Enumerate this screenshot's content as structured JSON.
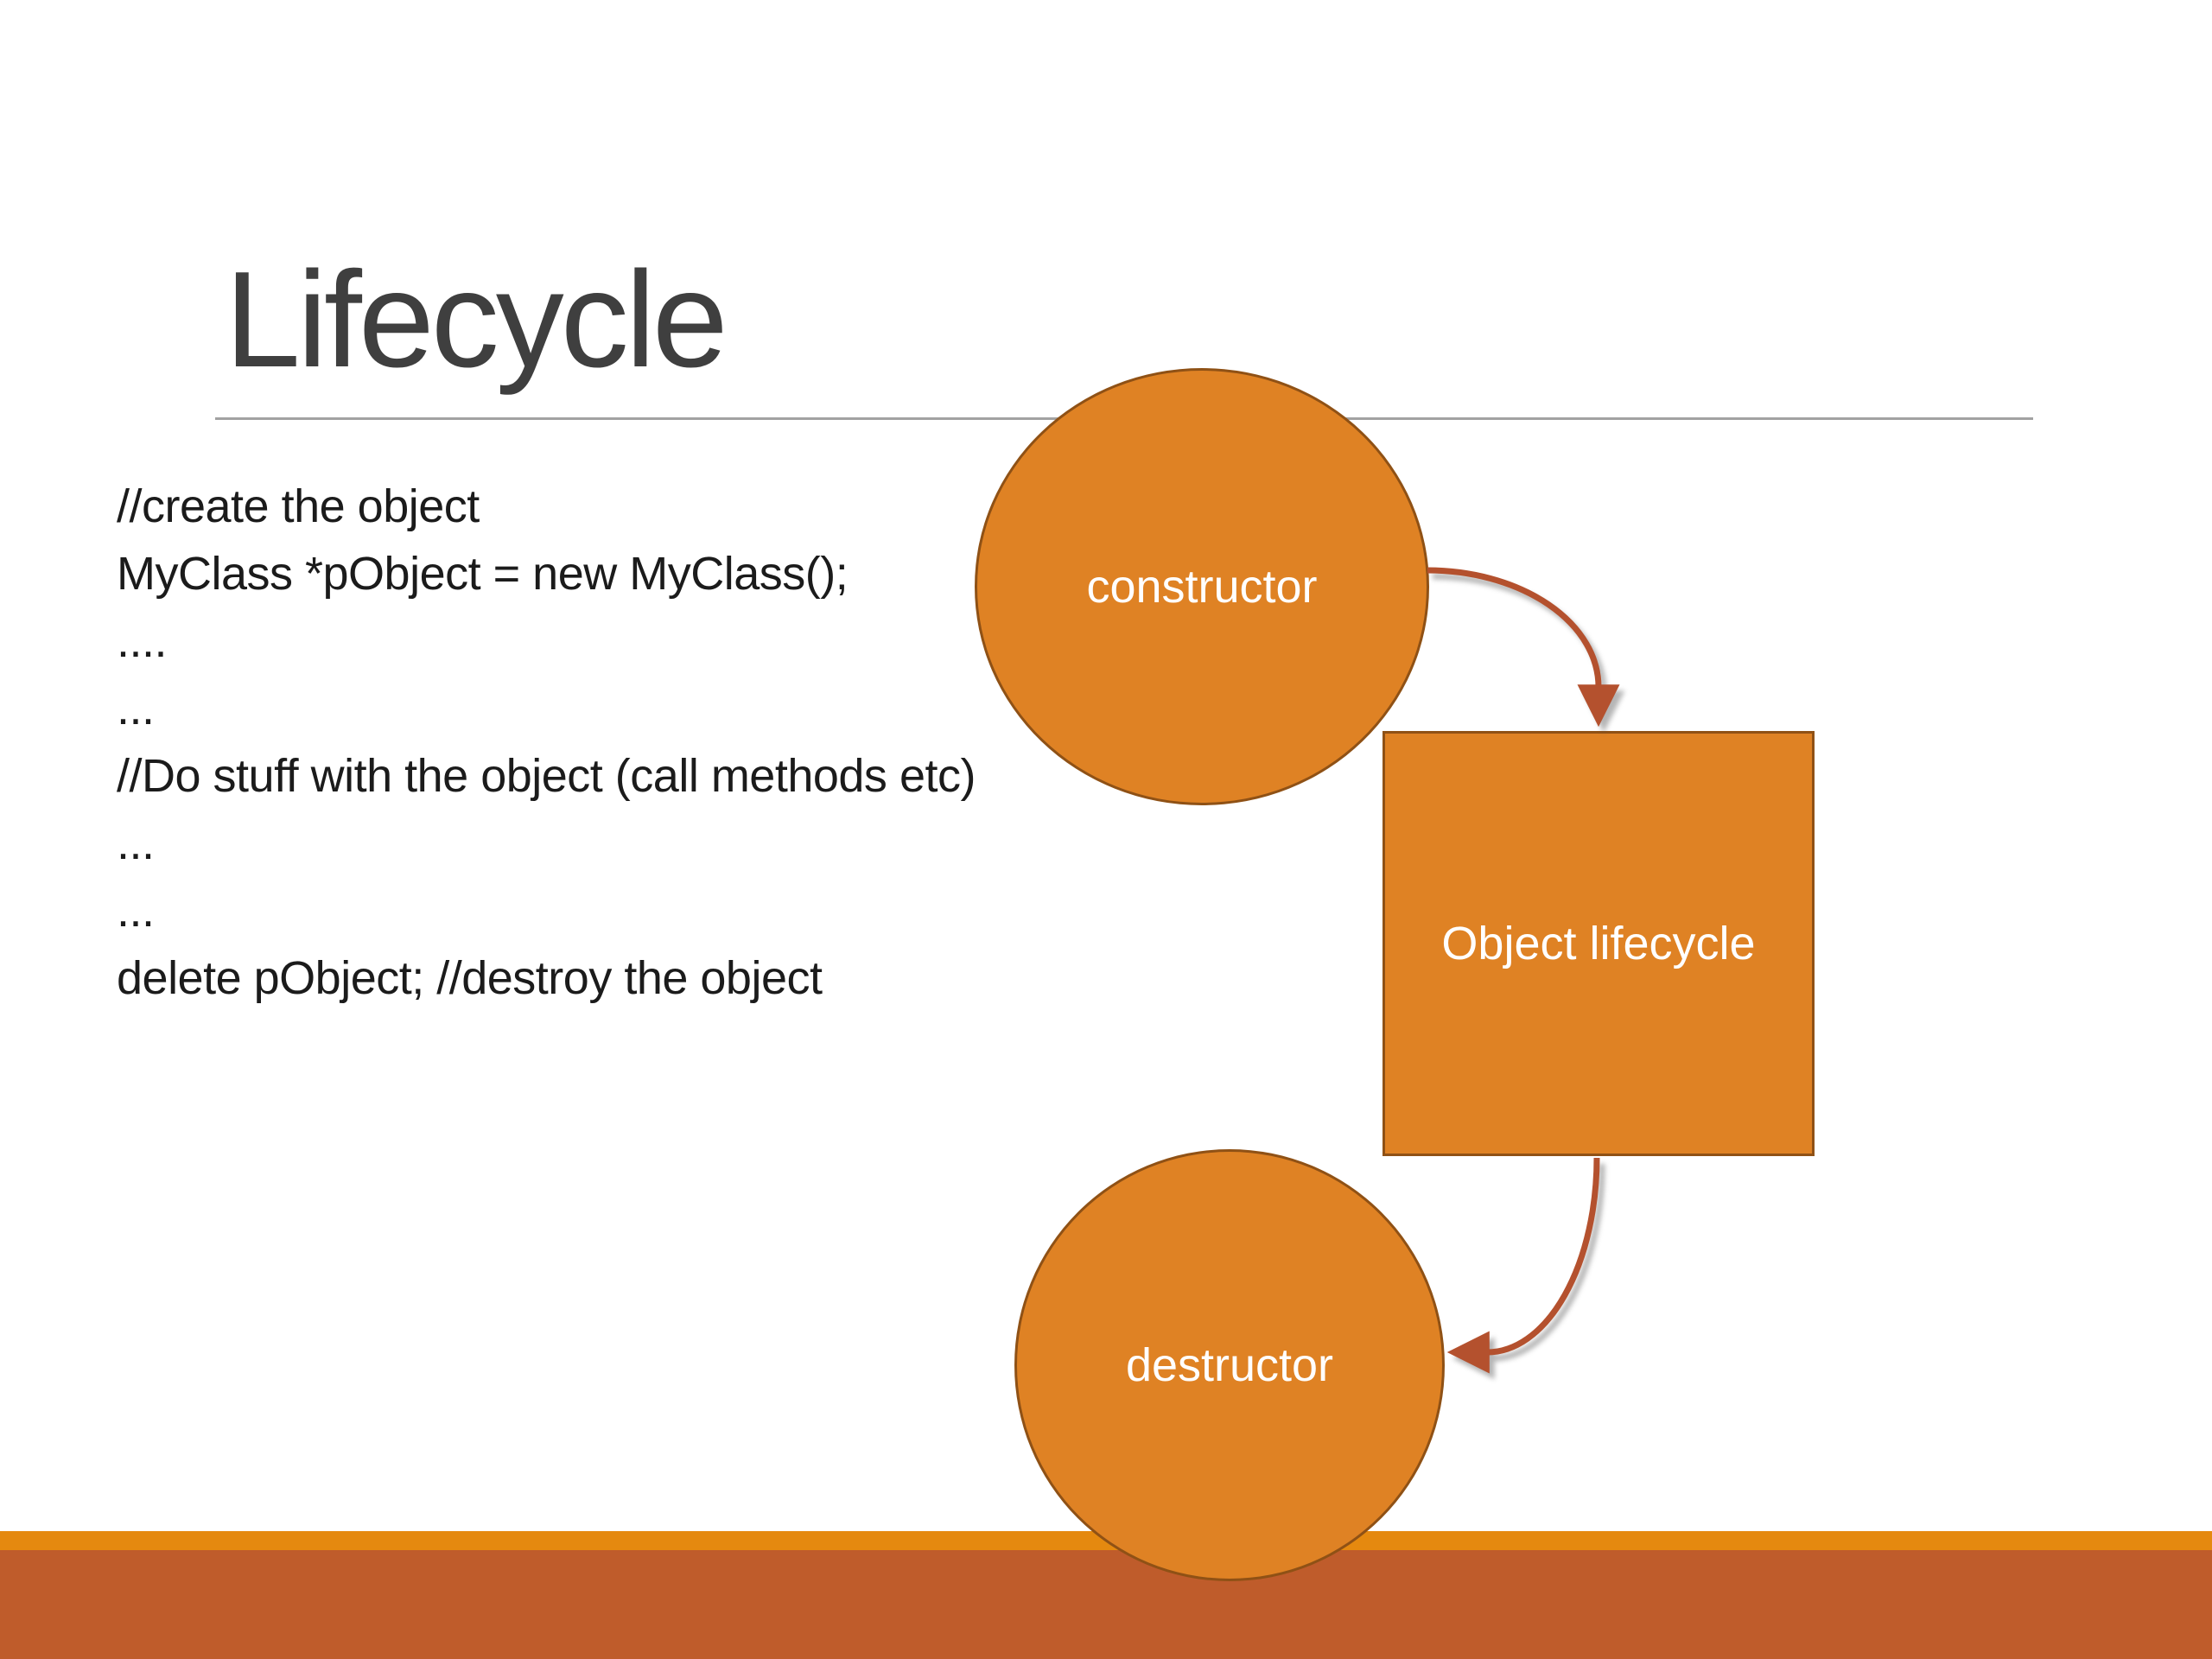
{
  "slide": {
    "title": "Lifecycle",
    "code_lines": [
      "//create the object",
      "MyClass *pObject = new MyClass();",
      "....",
      "...",
      "//Do stuff with the object (call methods etc)",
      "...",
      "...",
      "delete pObject; //destroy the object"
    ],
    "diagram": {
      "constructor_label": "constructor",
      "lifecycle_label": "Object lifecycle",
      "destructor_label": "destructor"
    },
    "colors": {
      "title_text": "#3F3F3F",
      "rule": "#A2A2A2",
      "shape_fill": "#DF8224",
      "shape_border": "#8F5115",
      "arrow": "#B4512E",
      "accent_bar": "#E5890F",
      "footer_band": "#BF5C2B"
    }
  }
}
